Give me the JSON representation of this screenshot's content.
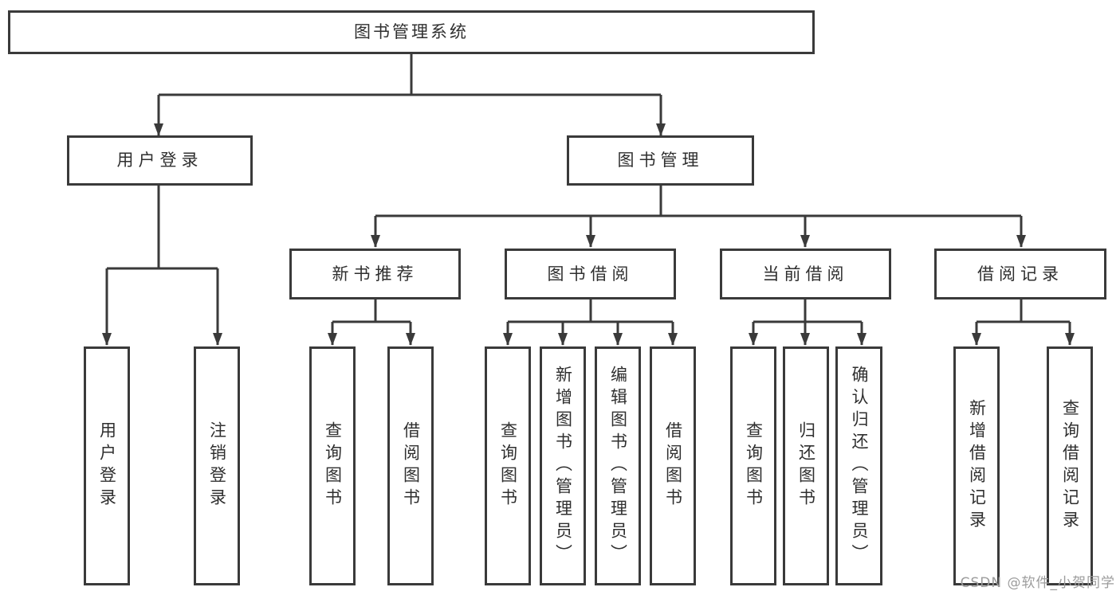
{
  "diagram": {
    "title_node": "root",
    "root": {
      "label": "图书管理系统"
    },
    "branches": [
      {
        "label": "用户登录",
        "children": [
          {
            "label": "用户登录"
          },
          {
            "label": "注销登录"
          }
        ]
      },
      {
        "label": "图书管理",
        "children": [
          {
            "label": "新书推荐",
            "children": [
              {
                "label": "查询图书"
              },
              {
                "label": "借阅图书"
              }
            ]
          },
          {
            "label": "图书借阅",
            "children": [
              {
                "label": "查询图书"
              },
              {
                "label": "新增图书（管理员）"
              },
              {
                "label": "编辑图书（管理员）"
              },
              {
                "label": "借阅图书"
              }
            ]
          },
          {
            "label": "当前借阅",
            "children": [
              {
                "label": "查询图书"
              },
              {
                "label": "归还图书"
              },
              {
                "label": "确认归还（管理员）"
              }
            ]
          },
          {
            "label": "借阅记录",
            "children": [
              {
                "label": "新增借阅记录"
              },
              {
                "label": "查询借阅记录"
              }
            ]
          }
        ]
      }
    ]
  },
  "watermark": {
    "text": "CSDN @软件_小贺同学"
  },
  "colors": {
    "line": "#3a3a3a",
    "text": "#2f2f2f",
    "box_background": "#ffffff",
    "page_background": "#ffffff",
    "watermark": "#9c9c9c"
  }
}
